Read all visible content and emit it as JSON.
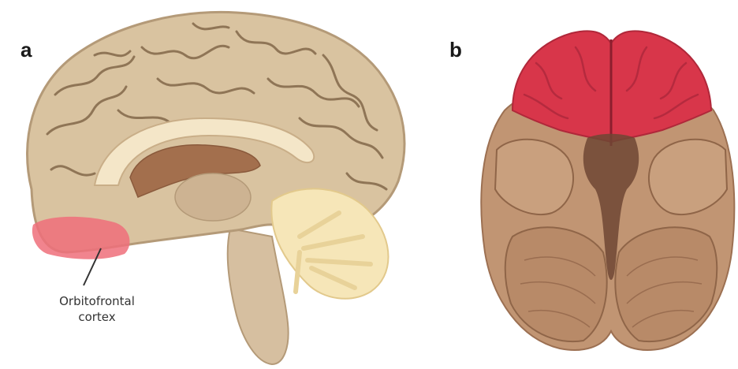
{
  "panels": [
    {
      "label": "a"
    },
    {
      "label": "b"
    }
  ],
  "annotation": {
    "line1": "Orbitofrontal",
    "line2": "cortex"
  },
  "colors": {
    "brain_tan": "#d9c3a0",
    "brain_outline": "#b49a78",
    "sulcus": "#8a6f52",
    "highlight_pink": "#ef6f7a",
    "ventricle_dark": "#8a5a3c",
    "cerebellum_cream": "#f6e6b8",
    "specimen_red": "#d8364a",
    "specimen_brown": "#b98a68"
  }
}
